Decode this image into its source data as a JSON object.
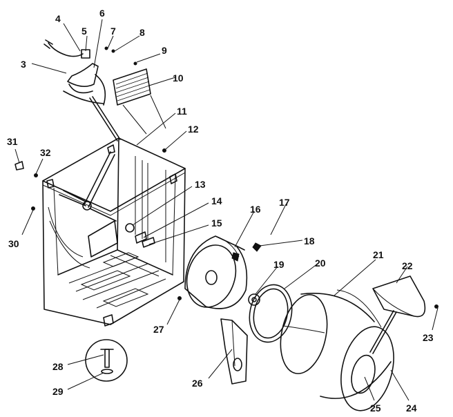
{
  "callouts": [
    {
      "id": "3",
      "label": "3"
    },
    {
      "id": "4",
      "label": "4"
    },
    {
      "id": "5",
      "label": "5"
    },
    {
      "id": "6",
      "label": "6"
    },
    {
      "id": "7",
      "label": "7"
    },
    {
      "id": "8",
      "label": "8"
    },
    {
      "id": "9",
      "label": "9"
    },
    {
      "id": "10",
      "label": "10"
    },
    {
      "id": "11",
      "label": "11"
    },
    {
      "id": "12",
      "label": "12"
    },
    {
      "id": "13",
      "label": "13"
    },
    {
      "id": "14",
      "label": "14"
    },
    {
      "id": "15",
      "label": "15"
    },
    {
      "id": "16",
      "label": "16"
    },
    {
      "id": "17",
      "label": "17"
    },
    {
      "id": "18",
      "label": "18"
    },
    {
      "id": "19",
      "label": "19"
    },
    {
      "id": "20",
      "label": "20"
    },
    {
      "id": "21",
      "label": "21"
    },
    {
      "id": "22",
      "label": "22"
    },
    {
      "id": "23",
      "label": "23"
    },
    {
      "id": "24",
      "label": "24"
    },
    {
      "id": "25",
      "label": "25"
    },
    {
      "id": "26",
      "label": "26"
    },
    {
      "id": "27",
      "label": "27"
    },
    {
      "id": "28",
      "label": "28"
    },
    {
      "id": "29",
      "label": "29"
    },
    {
      "id": "30",
      "label": "30"
    },
    {
      "id": "31",
      "label": "31"
    },
    {
      "id": "32",
      "label": "32"
    }
  ]
}
